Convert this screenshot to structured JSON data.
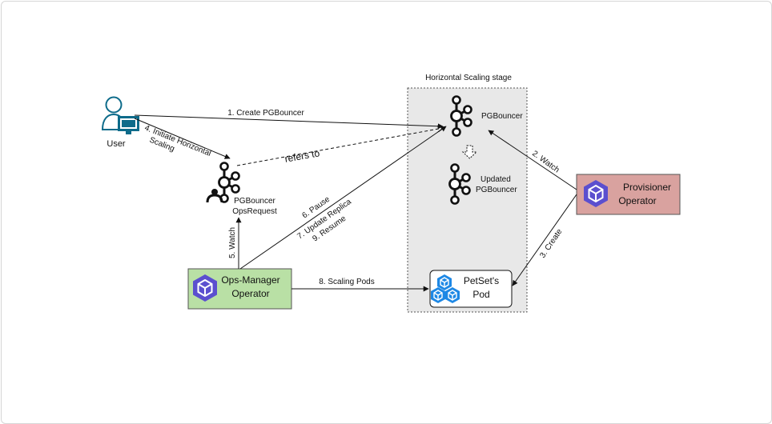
{
  "stage": {
    "title": "Horizontal Scaling stage"
  },
  "nodes": {
    "user": {
      "label": "User"
    },
    "pgbouncer": {
      "label": "PGBouncer"
    },
    "updated_pgbouncer": {
      "line1": "Updated",
      "line2": "PGBouncer"
    },
    "opsrequest": {
      "line1": "PGBouncer",
      "line2": "OpsRequest"
    },
    "ops_manager": {
      "line1": "Ops-Manager",
      "line2": "Operator",
      "color": "#b9e0a5"
    },
    "provisioner": {
      "line1": "Provisioner",
      "line2": "Operator",
      "color": "#d9a29f"
    },
    "petset_pod": {
      "line1": "PetSet's",
      "line2": "Pod"
    }
  },
  "edges": {
    "create_pgbouncer": "1. Create PGBouncer",
    "watch_2": "2. Watch",
    "create_3": "3. Create",
    "initiate_line1": "4. Initiate Horizontal",
    "initiate_line2": "Scaling",
    "watch_5": "5. Watch",
    "pause": "6. Pause",
    "update_replica": "7. Update Replica",
    "resume": "9. Resume",
    "scaling_pods": "8. Scaling Pods",
    "refers_to": "refers to"
  },
  "colors": {
    "operator_icon": "#5b4fcf",
    "pod_icon": "#1e88e5",
    "user_icon": "#0d6b8a",
    "stage_bg": "#e8e8e8"
  }
}
